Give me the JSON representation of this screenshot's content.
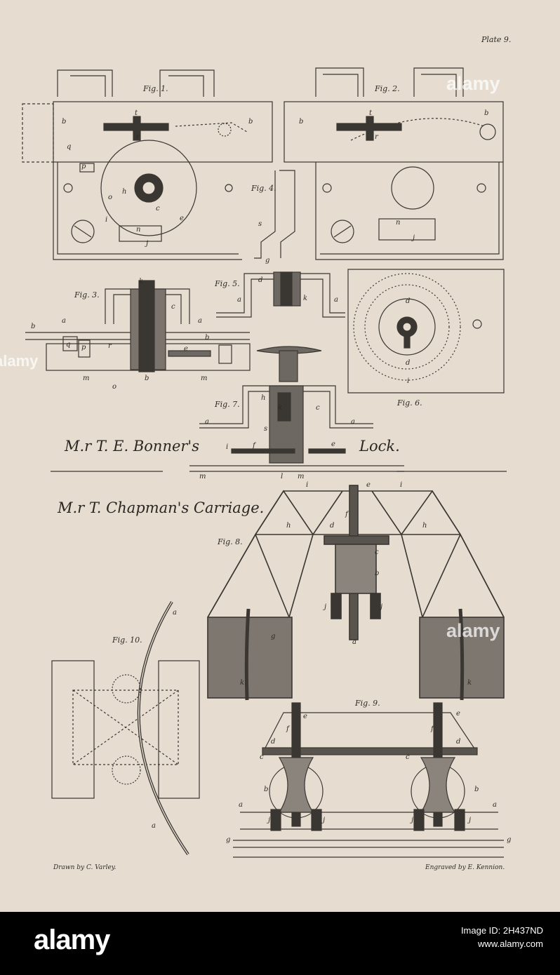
{
  "plate": {
    "plate_label": "Plate 9.",
    "figures": {
      "fig1": "Fig. 1.",
      "fig2": "Fig. 2.",
      "fig3": "Fig. 3.",
      "fig4": "Fig. 4.",
      "fig5": "Fig. 5.",
      "fig6": "Fig. 6.",
      "fig7": "Fig. 7.",
      "fig8": "Fig. 8.",
      "fig9": "Fig. 9.",
      "fig10": "Fig. 10."
    },
    "lock_title_left": "M.r T. E. Bonner's",
    "lock_title_right": "Lock.",
    "carriage_title": "M.r T. Chapman's Carriage.",
    "drawn_by": "Drawn by C. Varley.",
    "engraved_by": "Engraved by E. Kennion.",
    "letters": {
      "t": "t",
      "b": "b",
      "r": "r",
      "q": "q",
      "p": "p",
      "h": "h",
      "o": "o",
      "c": "c",
      "e": "e",
      "i": "i",
      "n": "n",
      "j": "j",
      "s": "s",
      "g": "g",
      "k": "k",
      "a": "a",
      "d": "d",
      "f": "f",
      "m": "m",
      "l": "l"
    }
  },
  "footer": {
    "brand": "alamy",
    "image_id_label": "Image ID: 2H437ND",
    "url": "www.alamy.com"
  },
  "watermarks": [
    "alamy",
    "alamy",
    "alamy"
  ],
  "colors": {
    "paper": "#e6ddd0",
    "ink": "#3a3632",
    "shade": "#6e6862",
    "footer_bg": "#000000",
    "footer_text": "#ffffff"
  }
}
